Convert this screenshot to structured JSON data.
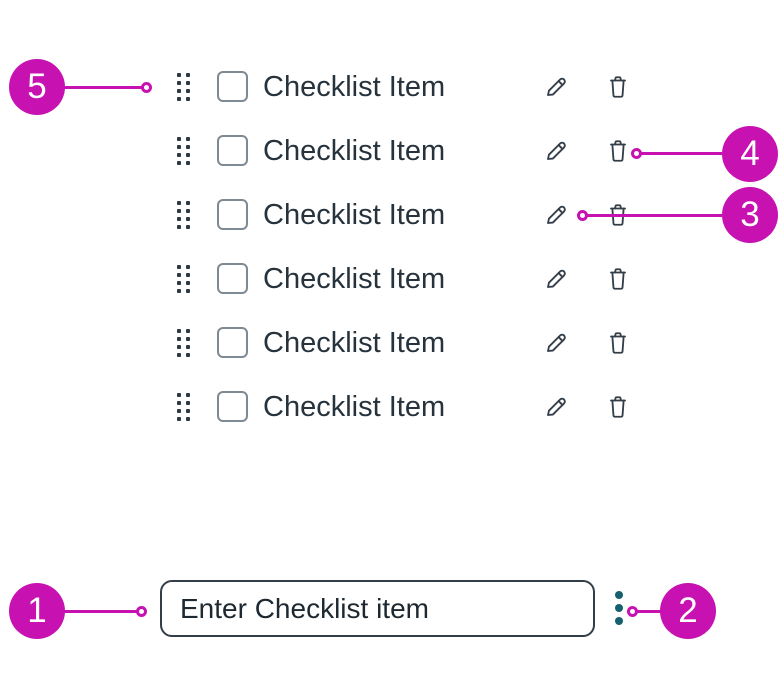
{
  "colors": {
    "annotation_accent": "#c711b1",
    "kebab_teal": "#15616d",
    "text_ink": "#26323c",
    "icon_ink": "#333e48",
    "checkbox_border": "#7e8a93"
  },
  "checklist": {
    "items": [
      {
        "label": "Checklist Item"
      },
      {
        "label": "Checklist Item"
      },
      {
        "label": "Checklist Item"
      },
      {
        "label": "Checklist Item"
      },
      {
        "label": "Checklist Item"
      },
      {
        "label": "Checklist Item"
      }
    ],
    "row_icons": [
      "drag-handle-icon",
      "checkbox",
      "pencil-icon",
      "trash-icon"
    ]
  },
  "composer": {
    "placeholder": "Enter Checklist item",
    "menu_icon": "kebab-vertical-icon"
  },
  "annotations": [
    {
      "number": "1",
      "points_to": "new-checklist-item-input"
    },
    {
      "number": "2",
      "points_to": "options-kebab-button"
    },
    {
      "number": "3",
      "points_to": "edit-pencil-icon"
    },
    {
      "number": "4",
      "points_to": "delete-trash-icon"
    },
    {
      "number": "5",
      "points_to": "drag-handle"
    }
  ]
}
